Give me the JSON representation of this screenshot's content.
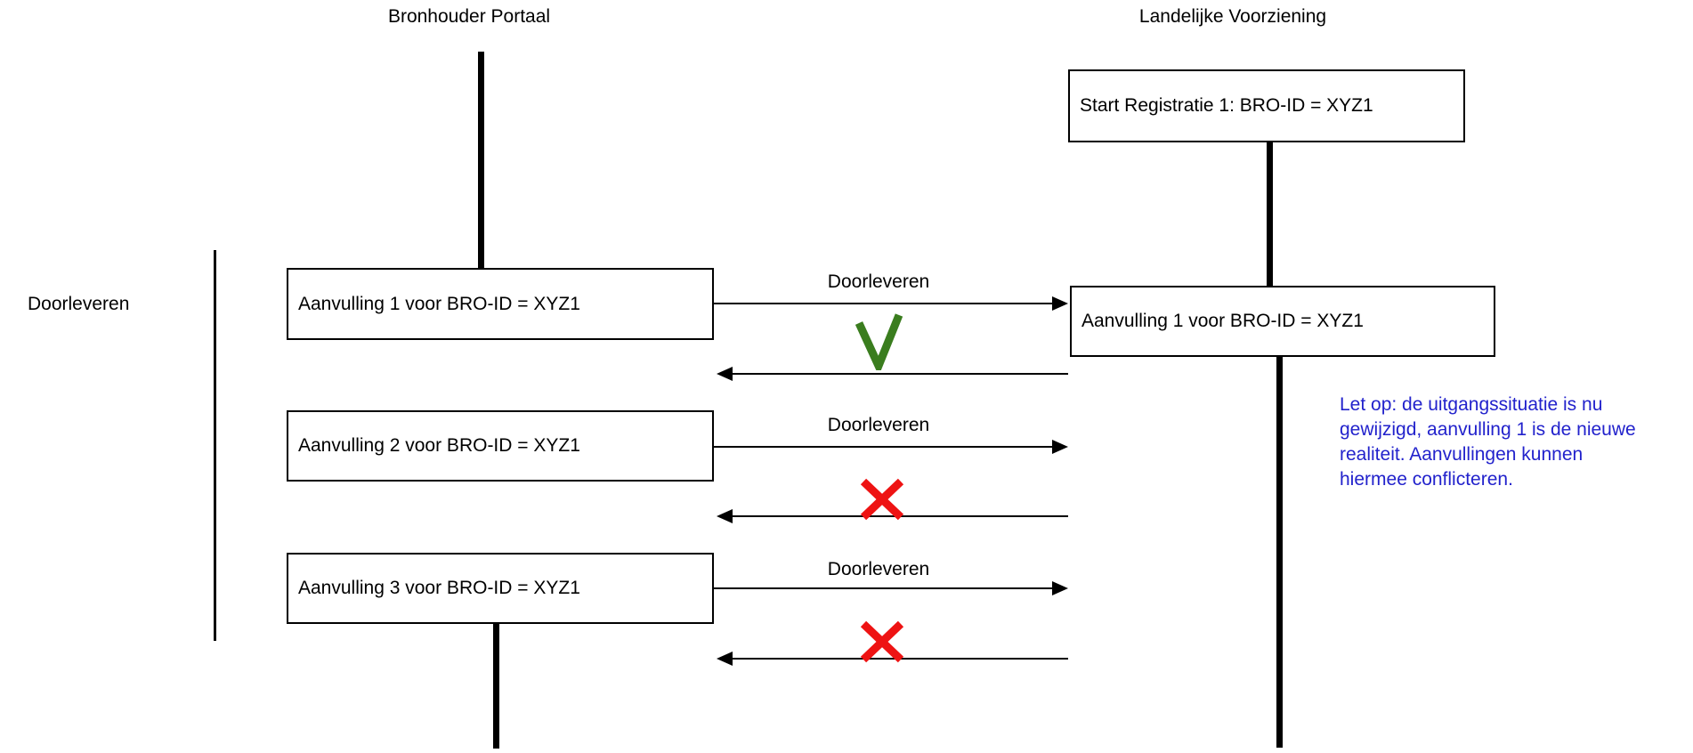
{
  "colors": {
    "line_black": "#000000",
    "success_green": "#3a7d1e",
    "failure_red": "#ee1313",
    "note_blue": "#2222cc",
    "background": "#ffffff"
  },
  "actors": {
    "left": {
      "title": "Bronhouder Portaal"
    },
    "right": {
      "title": "Landelijke Voorziening"
    }
  },
  "group": {
    "label": "Doorleveren"
  },
  "boxes": {
    "start_registratie": {
      "text": "Start Registratie 1: BRO-ID = XYZ1"
    },
    "aanvulling_1_left": {
      "text": "Aanvulling 1 voor BRO-ID = XYZ1"
    },
    "aanvulling_2_left": {
      "text": "Aanvulling 2 voor BRO-ID = XYZ1"
    },
    "aanvulling_3_left": {
      "text": "Aanvulling 3 voor BRO-ID = XYZ1"
    },
    "aanvulling_1_right": {
      "text": "Aanvulling 1 voor BRO-ID = XYZ1"
    }
  },
  "messages": [
    {
      "label": "Doorleveren",
      "result": "success"
    },
    {
      "label": "Doorleveren",
      "result": "failure"
    },
    {
      "label": "Doorleveren",
      "result": "failure"
    }
  ],
  "note": {
    "lines": [
      "Let op: de uitgangssituatie is nu",
      "gewijzigd, aanvulling 1 is de nieuwe",
      "realiteit. Aanvullingen kunnen",
      "hiermee conflicteren."
    ]
  }
}
